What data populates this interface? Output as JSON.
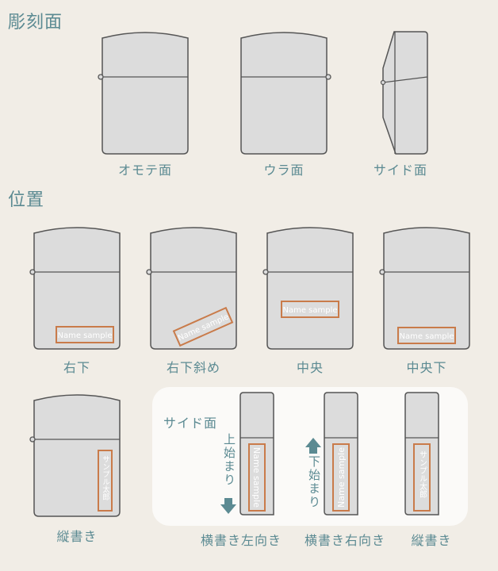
{
  "sections": {
    "engrave_face": "彫刻面",
    "position": "位置"
  },
  "faces": {
    "front": "オモテ面",
    "back": "ウラ面",
    "side": "サイド面"
  },
  "positions": {
    "bottom_right": "右下",
    "bottom_right_diagonal": "右下斜め",
    "center": "中央",
    "center_bottom": "中央下",
    "vertical": "縦書き"
  },
  "side_panel": {
    "title": "サイド面",
    "start_top": "上始まり",
    "start_bottom": "下始まり",
    "horizontal_left": "横書き左向き",
    "horizontal_right": "横書き右向き",
    "vertical": "縦書き"
  },
  "samples": {
    "name": "Name sample",
    "name_jp": "サンプル太郎"
  },
  "colors": {
    "accent": "#5b8a92",
    "lighter": "#dcdcdc",
    "outline": "#555555",
    "tag_border": "#c97b4a",
    "background": "#f1ede6"
  }
}
